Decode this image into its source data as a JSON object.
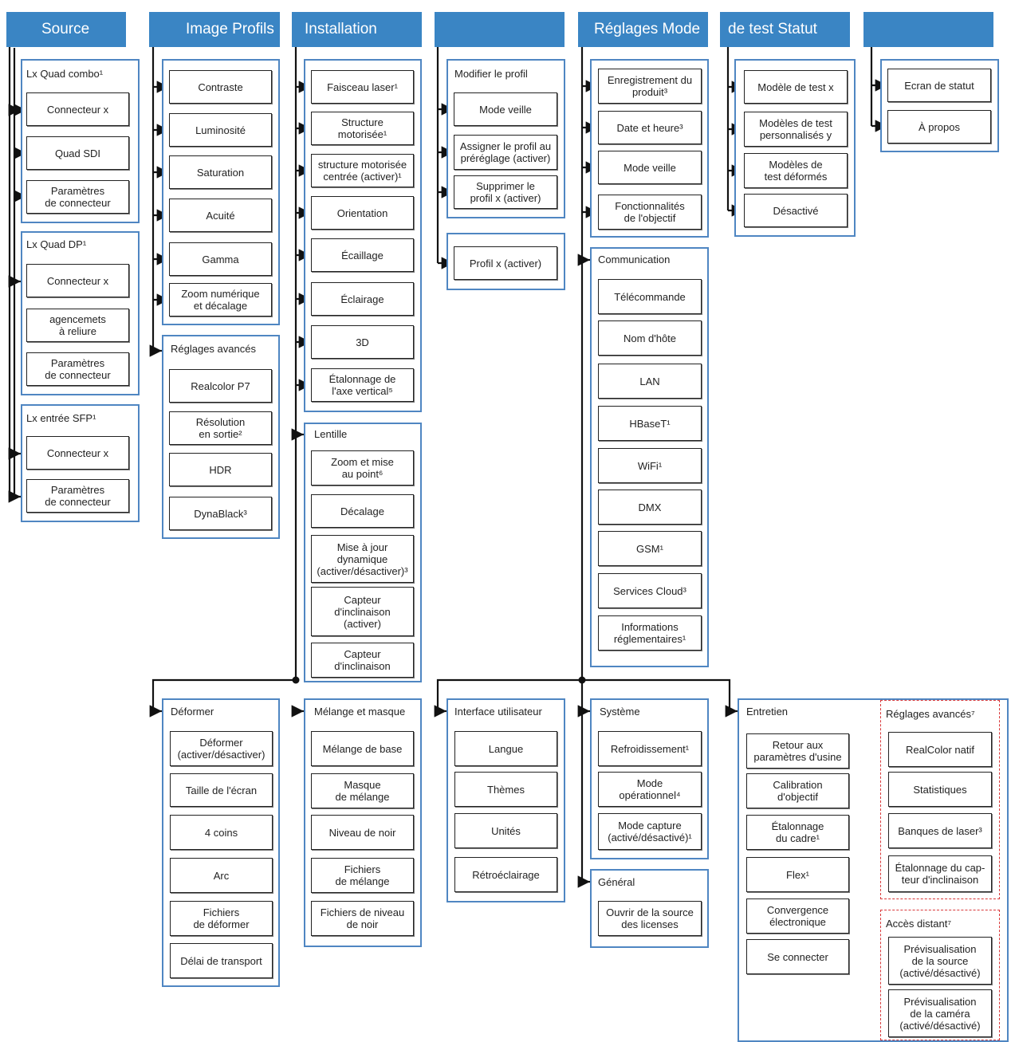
{
  "headers": [
    "Source",
    "Image Profils",
    "Installation",
    "",
    "Réglages Mode",
    "de test Statut",
    ""
  ],
  "source": {
    "quad_combo": {
      "title": "Lx Quad combo¹",
      "items": [
        "Connecteur x",
        "Quad SDI",
        "Paramètres\nde connecteur"
      ]
    },
    "quad_dp": {
      "title": "Lx Quad DP¹",
      "items": [
        "Connecteur x",
        "agencemets\nà reliure",
        "Paramètres\nde connecteur"
      ]
    },
    "sfp": {
      "title": "Lx entrée SFP¹",
      "items": [
        "Connecteur x",
        "Paramètres\nde connecteur"
      ]
    }
  },
  "image": {
    "items": [
      "Contraste",
      "Luminosité",
      "Saturation",
      "Acuité",
      "Gamma",
      "Zoom numérique\net décalage"
    ],
    "advanced": {
      "title": "Réglages avancés",
      "items": [
        "Realcolor P7",
        "Résolution\nen sortie²",
        "HDR",
        "DynaBlack³"
      ]
    }
  },
  "installation": {
    "items": [
      "Faisceau laser¹",
      "Structure\nmotorisée¹",
      "structure motorisée\ncentrée (activer)¹",
      "Orientation",
      "Écaillage",
      "Éclairage",
      "3D",
      "Étalonnage de\nl'axe vertical⁵"
    ],
    "lens": {
      "title": "Lentille",
      "items": [
        "Zoom et mise\nau point⁶",
        "Décalage",
        "Mise à jour\ndynamique\n(activer/désactiver)³",
        "Capteur\nd'inclinaison\n(activer)",
        "Capteur\nd'inclinaison"
      ]
    }
  },
  "profiles": {
    "modify": {
      "title": "Modifier le profil",
      "items": [
        "Mode veille",
        "Assigner le profil au\npréréglage (activer)",
        "Supprimer le\nprofil x (activer)"
      ]
    },
    "profile_x": "Profil x (activer)"
  },
  "settings": {
    "top": [
      "Enregistrement du\nproduit³",
      "Date et heure³",
      "Mode veille",
      "Fonctionnalités\nde l'objectif"
    ],
    "communication": {
      "title": "Communication",
      "items": [
        "Télécommande",
        "Nom d'hôte",
        "LAN",
        "HBaseT¹",
        "WiFi¹",
        "DMX",
        "GSM¹",
        "Services Cloud³",
        "Informations\nréglementaires¹"
      ]
    }
  },
  "test": {
    "items": [
      "Modèle de test x",
      "Modèles de test\npersonnalisés y",
      "Modèles de\ntest déformés",
      "Désactivé"
    ]
  },
  "status": {
    "items": [
      "Ecran de statut",
      "À propos"
    ]
  },
  "warp": {
    "title": "Déformer",
    "items": [
      "Déformer\n(activer/désactiver)",
      "Taille de l'écran",
      "4 coins",
      "Arc",
      "Fichiers\nde déformer",
      "Délai de transport"
    ]
  },
  "blend": {
    "title": "Mélange et masque",
    "items": [
      "Mélange de base",
      "Masque\nde mélange",
      "Niveau de noir",
      "Fichiers\nde mélange",
      "Fichiers de niveau\nde noir"
    ]
  },
  "ui": {
    "title": "Interface utilisateur",
    "items": [
      "Langue",
      "Thèmes",
      "Unités",
      "Rétroéclairage"
    ]
  },
  "system": {
    "title": "Système",
    "items": [
      "Refroidissement¹",
      "Mode\nopérationnel⁴",
      "Mode capture\n(activé/désactivé)¹"
    ]
  },
  "general": {
    "title": "Général",
    "items": [
      "Ouvrir de la source\ndes licenses"
    ]
  },
  "maintenance": {
    "title": "Entretien",
    "items": [
      "Retour aux\nparamètres d'usine",
      "Calibration\nd'objectif",
      "Étalonnage\ndu cadre¹",
      "Flex¹",
      "Convergence\nélectronique",
      "Se connecter"
    ]
  },
  "advanced2": {
    "title": "Réglages avancés⁷",
    "items": [
      "RealColor natif",
      "Statistiques",
      "Banques de laser³",
      "Étalonnage du cap-\nteur d'inclinaison"
    ]
  },
  "remote": {
    "title": "Accès distant⁷",
    "items": [
      "Prévisualisation\nde la source\n(activé/désactivé)",
      "Prévisualisation\nde la caméra\n(activé/désactivé)"
    ]
  },
  "colors": {
    "header": "#3a85c4",
    "group_border": "#4f86c2",
    "dashed_border": "#d9383a",
    "line": "#111111"
  }
}
